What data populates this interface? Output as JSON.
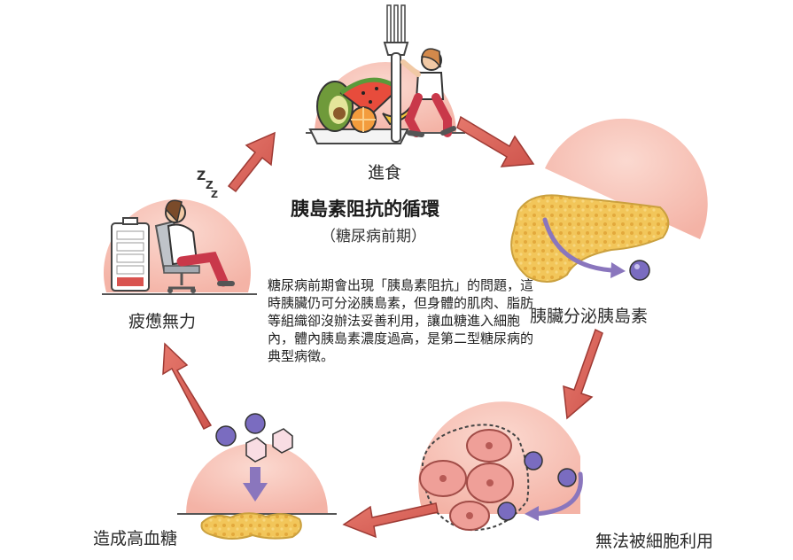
{
  "title": "胰島素阻抗的循環",
  "subtitle": "（糖尿病前期）",
  "description": "糖尿病前期會出現「胰島素阻抗」的問題，這時胰臟仍可分泌胰島素，但身體的肌肉、脂肪等組織卻沒辦法妥善利用，讓血糖進入細胞內，體內胰島素濃度過高，是第二型糖尿病的典型病徵。",
  "steps": {
    "eating": "進食",
    "secretion": "胰臟分泌胰島素",
    "not_used": "無法被細胞利用",
    "high_sugar": "造成高血糖",
    "fatigue": "疲憊無力"
  },
  "icons": {
    "eating": "fork-and-food-icon",
    "secretion": "pancreas-icon",
    "not_used": "cells-icon",
    "high_sugar": "blood-sugar-icon",
    "fatigue": "tired-person-icon"
  },
  "colors": {
    "arrow": "#d9625a",
    "circle_bg": "#f7c3b8",
    "pancreas": "#f0c457",
    "cell": "#ee9e97",
    "molecule": "#6f63b3",
    "purple_arrow": "#8a76bd"
  }
}
